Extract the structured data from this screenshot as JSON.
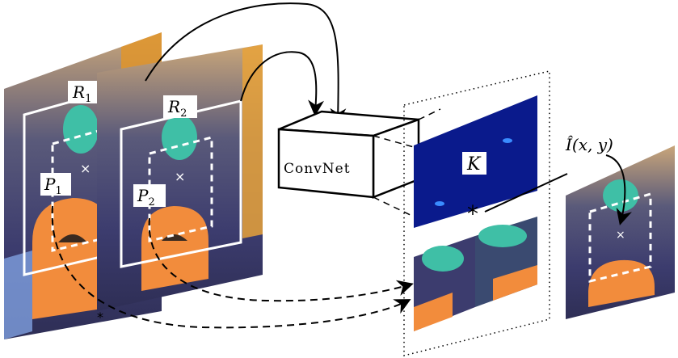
{
  "frame1": {
    "region_label": "R",
    "region_sub": "1",
    "patch_label": "P",
    "patch_sub": "1"
  },
  "frame2": {
    "region_label": "R",
    "region_sub": "2",
    "patch_label": "P",
    "patch_sub": "2"
  },
  "convnet": {
    "label": "ConvNet"
  },
  "kernel": {
    "label": "K"
  },
  "operator": {
    "symbol": "*"
  },
  "output": {
    "pixel_label": "Î(x, y)"
  },
  "colors": {
    "kernel_bg": "#0a1a8c",
    "kernel_spot": "#3a8cff",
    "teal_toy": "#3fbfa6",
    "orange_toy": "#f28c3c",
    "blanket": "#3c3c6e"
  }
}
